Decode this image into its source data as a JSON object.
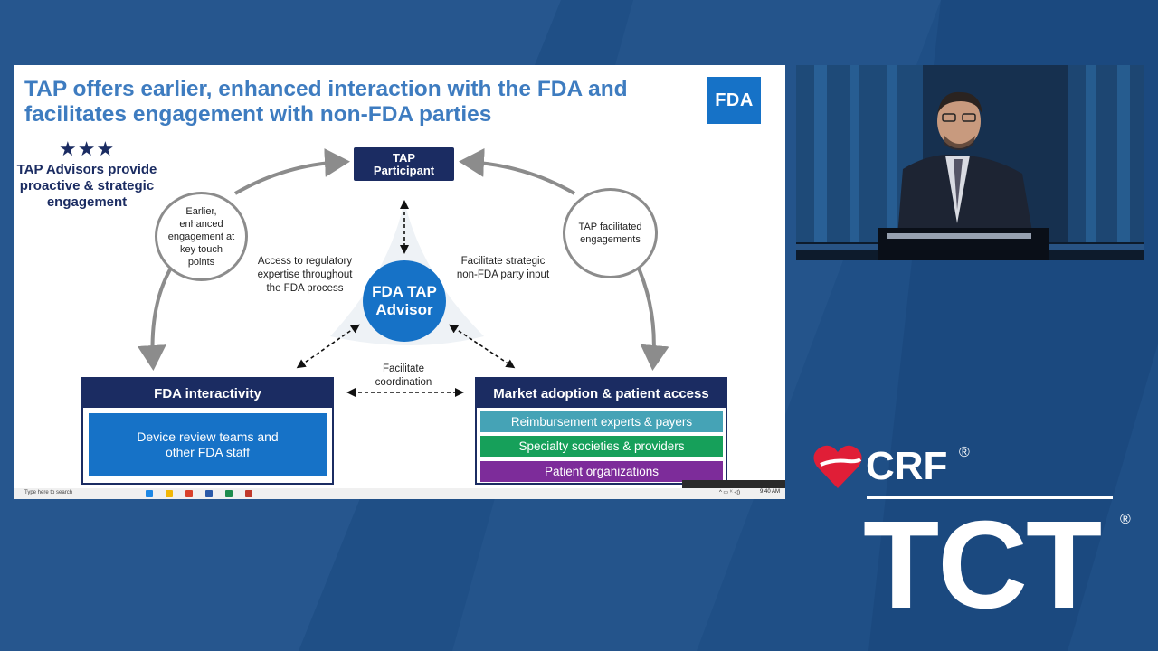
{
  "slide": {
    "title_line1": "TAP offers earlier, enhanced interaction with the FDA and",
    "title_line2": "facilitates engagement with non-FDA parties",
    "logo_text": "FDA",
    "stars": "★★★",
    "advisors_text": "TAP Advisors provide proactive & strategic engagement"
  },
  "diagram": {
    "participant": {
      "line1": "TAP",
      "line2": "Participant"
    },
    "left_circle": "Earlier, enhanced engagement at key touch points",
    "right_circle": "TAP facilitated engagements",
    "label_left": "Access to regulatory expertise throughout the FDA process",
    "label_right": "Facilitate strategic non-FDA party input",
    "advisor": {
      "line1": "FDA TAP",
      "line2": "Advisor"
    },
    "label_bottom": "Facilitate coordination",
    "fda_panel": {
      "header": "FDA interactivity",
      "body": "Device review teams and other FDA staff"
    },
    "market_panel": {
      "header": "Market adoption & patient access",
      "bars": [
        {
          "label": "Reimbursement experts & payers",
          "color": "#45a3b6"
        },
        {
          "label": "Specialty societies & providers",
          "color": "#16a05a"
        },
        {
          "label": "Patient organizations",
          "color": "#7d2c9a"
        }
      ]
    }
  },
  "taskbar": {
    "search_placeholder": "Type here to search",
    "time": "9:40 AM",
    "tray": "^ ▭ ⁽⁽ ◁)"
  },
  "branding": {
    "crf": "CRF",
    "tct": "TCT",
    "registered": "®",
    "heart_color": "#e01e37"
  },
  "colors": {
    "navy": "#1b2c62",
    "fda_blue": "#1672c7",
    "title_blue": "#3e7cc0",
    "background": "#1f4f86"
  }
}
